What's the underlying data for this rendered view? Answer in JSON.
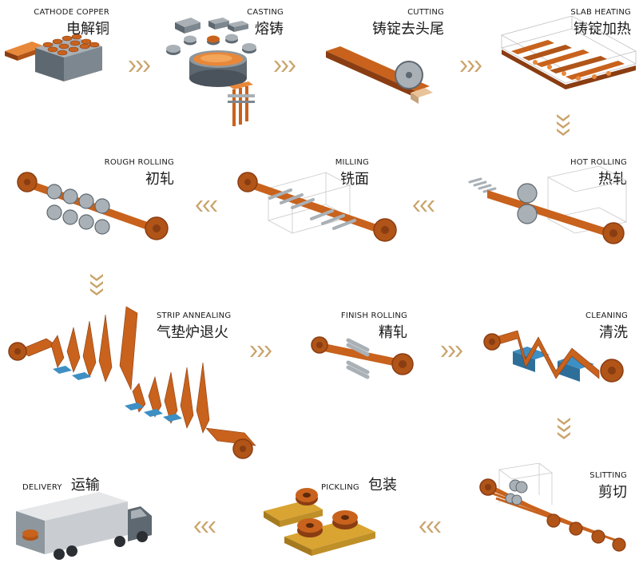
{
  "stages": [
    {
      "key": "cathode",
      "en": "CATHODE COPPER",
      "zh": "电解铜"
    },
    {
      "key": "casting",
      "en": "CASTING",
      "zh": "熔铸"
    },
    {
      "key": "cutting",
      "en": "CUTTING",
      "zh": "铸锭去头尾"
    },
    {
      "key": "slab",
      "en": "SLAB HEATING",
      "zh": "铸锭加热"
    },
    {
      "key": "rough",
      "en": "ROUGH ROLLING",
      "zh": "初轧"
    },
    {
      "key": "milling",
      "en": "MILLING",
      "zh": "铣面"
    },
    {
      "key": "hot",
      "en": "HOT ROLLING",
      "zh": "热轧"
    },
    {
      "key": "annealing",
      "en": "STRIP ANNEALING",
      "zh": "气垫炉退火"
    },
    {
      "key": "finish",
      "en": "FINISH ROLLING",
      "zh": "精轧"
    },
    {
      "key": "cleaning",
      "en": "CLEANING",
      "zh": "清洗"
    },
    {
      "key": "delivery",
      "en": "DELIVERY",
      "zh": "运输"
    },
    {
      "key": "pickling",
      "en": "PICKLING",
      "zh": "包装"
    },
    {
      "key": "slitting",
      "en": "SLITTING",
      "zh": "剪切"
    }
  ],
  "flow_arrows": [
    {
      "from": "cathode",
      "to": "casting",
      "direction": "right"
    },
    {
      "from": "casting",
      "to": "cutting",
      "direction": "right"
    },
    {
      "from": "cutting",
      "to": "slab",
      "direction": "right"
    },
    {
      "from": "slab",
      "to": "hot",
      "direction": "down"
    },
    {
      "from": "hot",
      "to": "milling",
      "direction": "left"
    },
    {
      "from": "milling",
      "to": "rough",
      "direction": "left"
    },
    {
      "from": "rough",
      "to": "annealing",
      "direction": "down"
    },
    {
      "from": "annealing",
      "to": "finish",
      "direction": "right"
    },
    {
      "from": "finish",
      "to": "cleaning",
      "direction": "right"
    },
    {
      "from": "cleaning",
      "to": "slitting",
      "direction": "down"
    },
    {
      "from": "slitting",
      "to": "pickling",
      "direction": "left"
    },
    {
      "from": "pickling",
      "to": "delivery",
      "direction": "left"
    }
  ],
  "colors": {
    "copper": "#c8621c",
    "copper_dark": "#8a3d12",
    "copper_light": "#e8883a",
    "steel": "#a9b0b6",
    "steel_dark": "#5e6870",
    "blue": "#3d8fc4",
    "arrow": "#c9a36a",
    "text": "#1a1a1a"
  }
}
